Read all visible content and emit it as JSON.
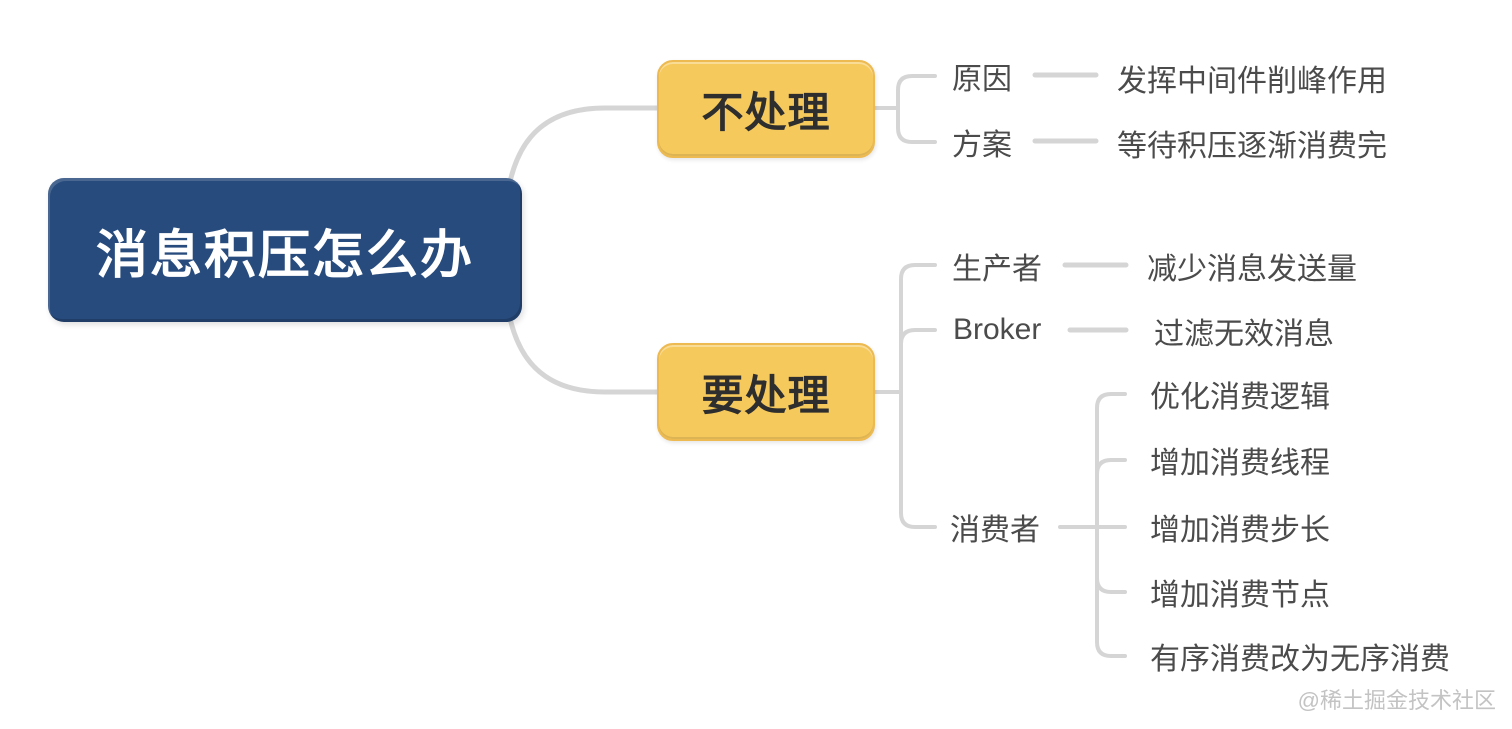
{
  "page": {
    "watermark": "@稀土掘金技术社区"
  },
  "colors": {
    "background": "#ffffff",
    "root_fill": "#274b7d",
    "root_text": "#ffffff",
    "branch_fill": "#f6c95d",
    "branch_border": "#edba52",
    "branch_text": "#2e2e2e",
    "label_text": "#4b4b4b",
    "connector": "#d5d5d5",
    "watermark_text": "#c3c3c3"
  },
  "mindmap": {
    "root": {
      "label": "消息积压怎么办"
    },
    "branches": [
      {
        "label": "不处理",
        "children": [
          {
            "label": "原因",
            "children": [
              {
                "label": "发挥中间件削峰作用"
              }
            ]
          },
          {
            "label": "方案",
            "children": [
              {
                "label": "等待积压逐渐消费完"
              }
            ]
          }
        ]
      },
      {
        "label": "要处理",
        "children": [
          {
            "label": "生产者",
            "children": [
              {
                "label": "减少消息发送量"
              }
            ]
          },
          {
            "label": "Broker",
            "children": [
              {
                "label": "过滤无效消息"
              }
            ]
          },
          {
            "label": "消费者",
            "children": [
              {
                "label": "优化消费逻辑"
              },
              {
                "label": "增加消费线程"
              },
              {
                "label": "增加消费步长"
              },
              {
                "label": "增加消费节点"
              },
              {
                "label": "有序消费改为无序消费"
              }
            ]
          }
        ]
      }
    ]
  }
}
